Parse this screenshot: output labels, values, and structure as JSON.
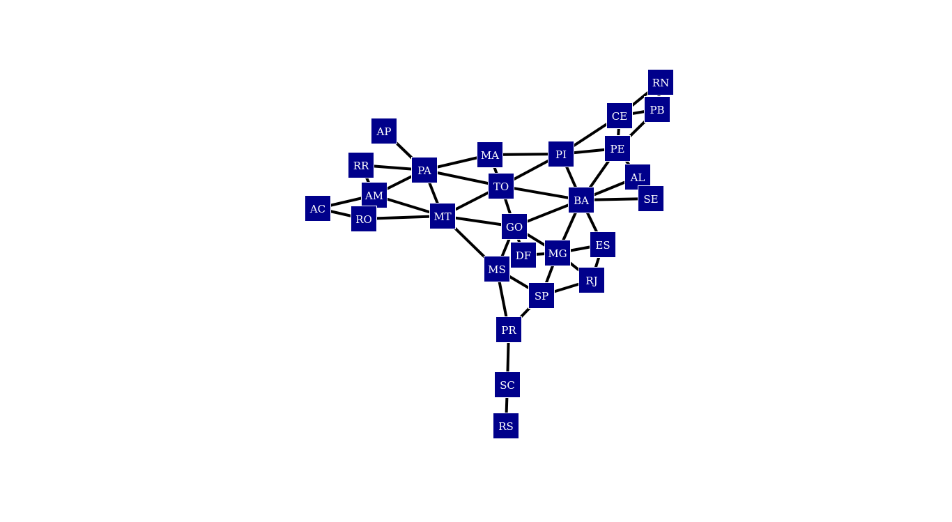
{
  "colors": {
    "node_fill": "#00008b",
    "node_text": "#ffffff",
    "edge": "#000000",
    "background": "#ffffff"
  },
  "nodes": [
    {
      "id": "RN",
      "label": "RN"
    },
    {
      "id": "PB",
      "label": "PB"
    },
    {
      "id": "CE",
      "label": "CE"
    },
    {
      "id": "PE",
      "label": "PE"
    },
    {
      "id": "AL",
      "label": "AL"
    },
    {
      "id": "SE",
      "label": "SE"
    },
    {
      "id": "BA",
      "label": "BA"
    },
    {
      "id": "PI",
      "label": "PI"
    },
    {
      "id": "MA",
      "label": "MA"
    },
    {
      "id": "TO",
      "label": "TO"
    },
    {
      "id": "PA",
      "label": "PA"
    },
    {
      "id": "AP",
      "label": "AP"
    },
    {
      "id": "RR",
      "label": "RR"
    },
    {
      "id": "AM",
      "label": "AM"
    },
    {
      "id": "AC",
      "label": "AC"
    },
    {
      "id": "RO",
      "label": "RO"
    },
    {
      "id": "MT",
      "label": "MT"
    },
    {
      "id": "GO",
      "label": "GO"
    },
    {
      "id": "DF",
      "label": "DF"
    },
    {
      "id": "MG",
      "label": "MG"
    },
    {
      "id": "ES",
      "label": "ES"
    },
    {
      "id": "RJ",
      "label": "RJ"
    },
    {
      "id": "MS",
      "label": "MS"
    },
    {
      "id": "SP",
      "label": "SP"
    },
    {
      "id": "PR",
      "label": "PR"
    },
    {
      "id": "SC",
      "label": "SC"
    },
    {
      "id": "RS",
      "label": "RS"
    }
  ],
  "edges": [
    [
      "RN",
      "CE"
    ],
    [
      "RN",
      "PB"
    ],
    [
      "PB",
      "CE"
    ],
    [
      "PB",
      "PE"
    ],
    [
      "CE",
      "PI"
    ],
    [
      "CE",
      "PE"
    ],
    [
      "PE",
      "PI"
    ],
    [
      "PE",
      "AL"
    ],
    [
      "PE",
      "BA"
    ],
    [
      "AL",
      "BA"
    ],
    [
      "AL",
      "SE"
    ],
    [
      "SE",
      "BA"
    ],
    [
      "BA",
      "PI"
    ],
    [
      "BA",
      "TO"
    ],
    [
      "BA",
      "GO"
    ],
    [
      "BA",
      "MG"
    ],
    [
      "BA",
      "ES"
    ],
    [
      "PI",
      "MA"
    ],
    [
      "PI",
      "TO"
    ],
    [
      "MA",
      "TO"
    ],
    [
      "MA",
      "PA"
    ],
    [
      "PA",
      "AP"
    ],
    [
      "PA",
      "RR"
    ],
    [
      "PA",
      "AM"
    ],
    [
      "PA",
      "MT"
    ],
    [
      "PA",
      "TO"
    ],
    [
      "RR",
      "AM"
    ],
    [
      "AM",
      "AC"
    ],
    [
      "AM",
      "RO"
    ],
    [
      "AM",
      "MT"
    ],
    [
      "AC",
      "RO"
    ],
    [
      "RO",
      "MT"
    ],
    [
      "MT",
      "TO"
    ],
    [
      "MT",
      "GO"
    ],
    [
      "MT",
      "MS"
    ],
    [
      "TO",
      "GO"
    ],
    [
      "GO",
      "DF"
    ],
    [
      "GO",
      "MG"
    ],
    [
      "GO",
      "MS"
    ],
    [
      "DF",
      "MG"
    ],
    [
      "MG",
      "ES"
    ],
    [
      "MG",
      "RJ"
    ],
    [
      "MG",
      "SP"
    ],
    [
      "ES",
      "RJ"
    ],
    [
      "RJ",
      "SP"
    ],
    [
      "MS",
      "SP"
    ],
    [
      "MS",
      "PR"
    ],
    [
      "SP",
      "PR"
    ],
    [
      "PR",
      "SC"
    ],
    [
      "SC",
      "RS"
    ]
  ]
}
